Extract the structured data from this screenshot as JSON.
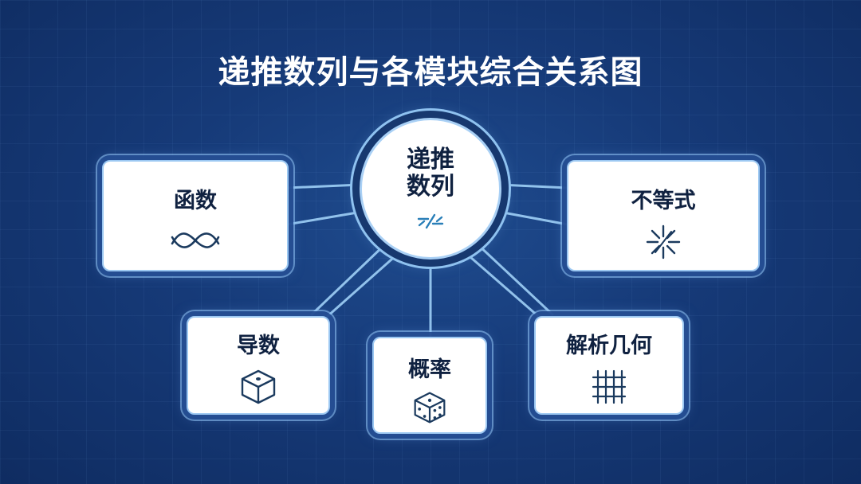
{
  "title": "递推数列与各模块综合关系图",
  "center": {
    "line1": "递推",
    "line2": "数列",
    "icon": "not-equal-slash-icon"
  },
  "nodes": {
    "function": {
      "label": "函数",
      "icon": "wave-icon"
    },
    "inequality": {
      "label": "不等式",
      "icon": "burst-icon"
    },
    "derivative": {
      "label": "导数",
      "icon": "cube-icon"
    },
    "probability": {
      "label": "概率",
      "icon": "dice-icon"
    },
    "analytic_geometry": {
      "label": "解析几何",
      "icon": "grid-icon"
    }
  },
  "colors": {
    "background": "#163a78",
    "card": "#ffffff",
    "text": "#0f2140",
    "icon": "#1b3a5e",
    "line": "#9fd0f7"
  }
}
